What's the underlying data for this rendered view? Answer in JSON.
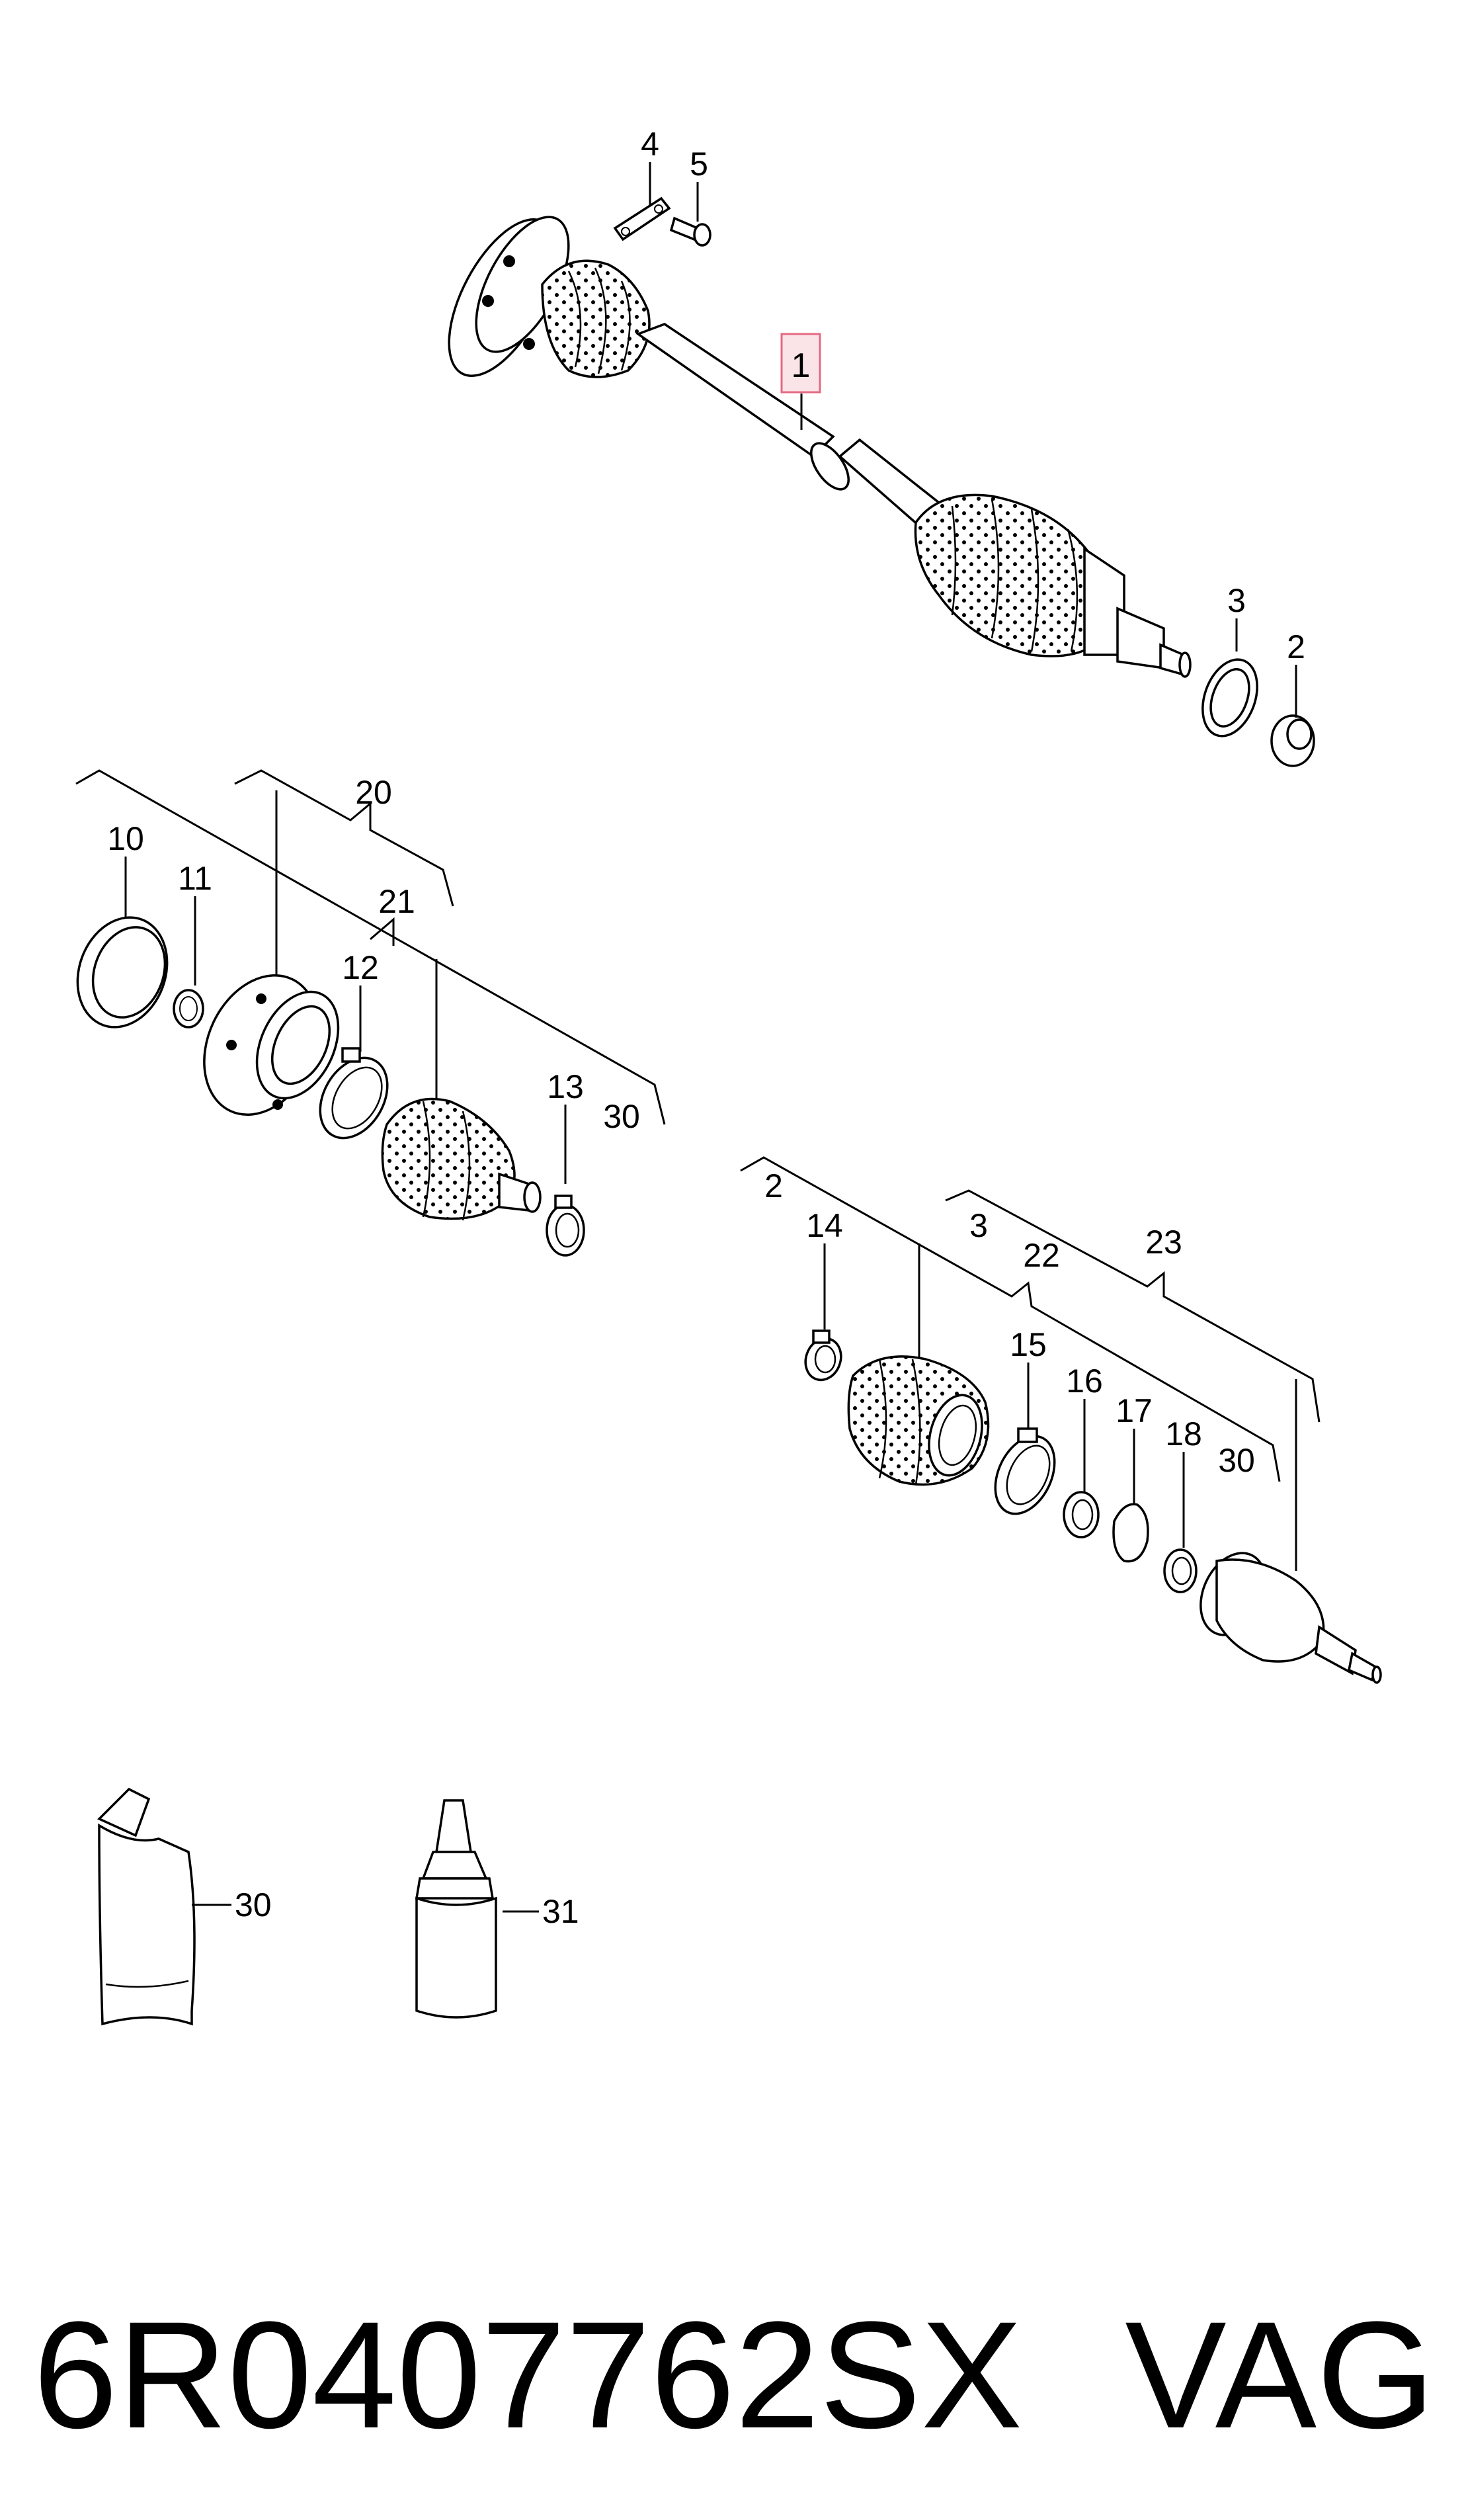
{
  "labels": {
    "l1": "1",
    "l2": "2",
    "l3": "3",
    "l4": "4",
    "l5": "5",
    "l10": "10",
    "l11": "11",
    "l12": "12",
    "l13": "13",
    "l14": "14",
    "l15": "15",
    "l16": "16",
    "l17": "17",
    "l18": "18",
    "l20": "20",
    "l21": "21",
    "l22": "22",
    "l23": "23",
    "l30a": "30",
    "l30b": "30",
    "l30c": "30",
    "l31": "31",
    "l2b": "2",
    "l3b": "3"
  },
  "footer": {
    "part_number": "6R0407762SX",
    "brand": "VAG"
  },
  "colors": {
    "highlight_fill": "#fbe4e8",
    "highlight_stroke": "#e46a82",
    "ink": "#000000"
  }
}
